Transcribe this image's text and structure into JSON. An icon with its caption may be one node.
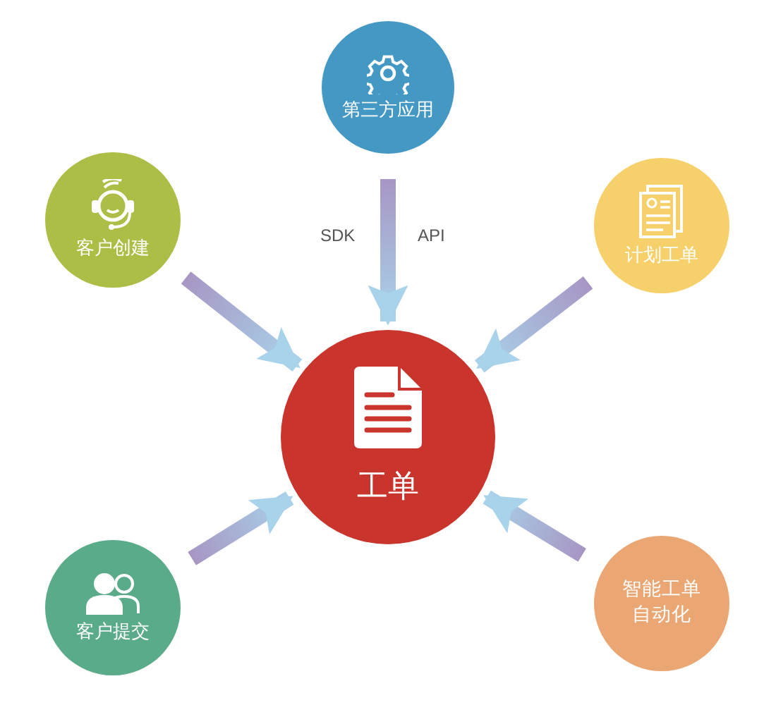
{
  "diagram": {
    "nodes": [
      {
        "text": [
          "第三方应用"
        ]
      },
      {
        "text": [
          "客户创建"
        ]
      },
      {
        "text": [
          "计划工单"
        ]
      },
      {
        "text": [
          "工单"
        ]
      },
      {
        "text": [
          "客户提交"
        ]
      },
      {
        "text": [
          "智能工单自动化"
        ]
      }
    ],
    "edges": [
      {
        "from": 0,
        "to": 3,
        "arrow": "to"
      },
      {
        "from": 1,
        "to": 3,
        "arrow": "to"
      },
      {
        "from": 2,
        "to": 3,
        "arrow": "to"
      },
      {
        "from": 4,
        "to": 3,
        "arrow": "to"
      },
      {
        "from": 5,
        "to": 3,
        "arrow": "to"
      }
    ],
    "labels": [
      "SDK",
      "API"
    ]
  }
}
